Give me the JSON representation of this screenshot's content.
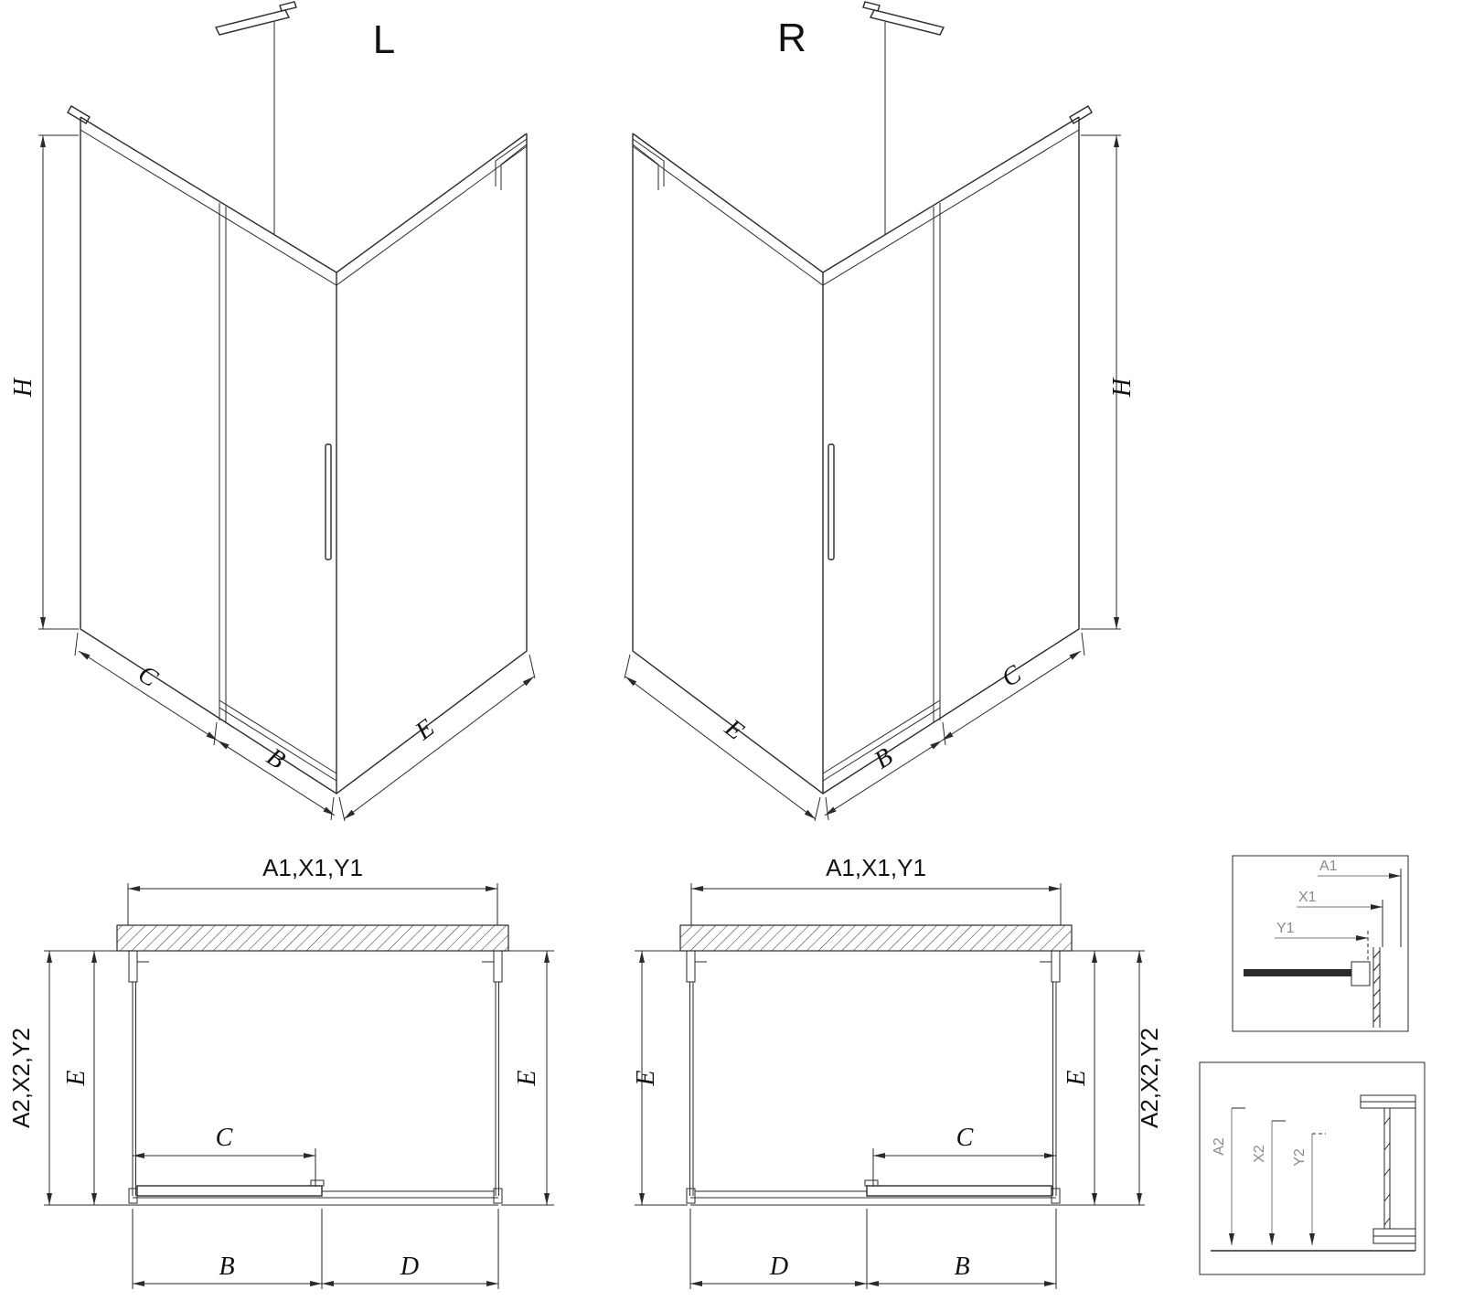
{
  "page": {
    "background": "#ffffff",
    "line_color": "#2a2a2a"
  },
  "iso_left": {
    "title": "L",
    "dims": {
      "h": "H",
      "c": "C",
      "b": "B",
      "e": "E"
    }
  },
  "iso_right": {
    "title": "R",
    "dims": {
      "h": "H",
      "c": "C",
      "b": "B",
      "e": "E"
    }
  },
  "plan_left": {
    "top": "A1,X1,Y1",
    "outer_left": "A2,X2,Y2",
    "e_left": "E",
    "e_right": "E",
    "c": "C",
    "b": "B",
    "d": "D"
  },
  "plan_right": {
    "top": "A1,X1,Y1",
    "outer_right": "A2,X2,Y2",
    "e_left": "E",
    "e_right": "E",
    "c": "C",
    "b": "B",
    "d": "D"
  },
  "detail_top": {
    "a1": "A1",
    "x1": "X1",
    "y1": "Y1"
  },
  "detail_bottom": {
    "a2": "A2",
    "x2": "X2",
    "y2": "Y2"
  }
}
